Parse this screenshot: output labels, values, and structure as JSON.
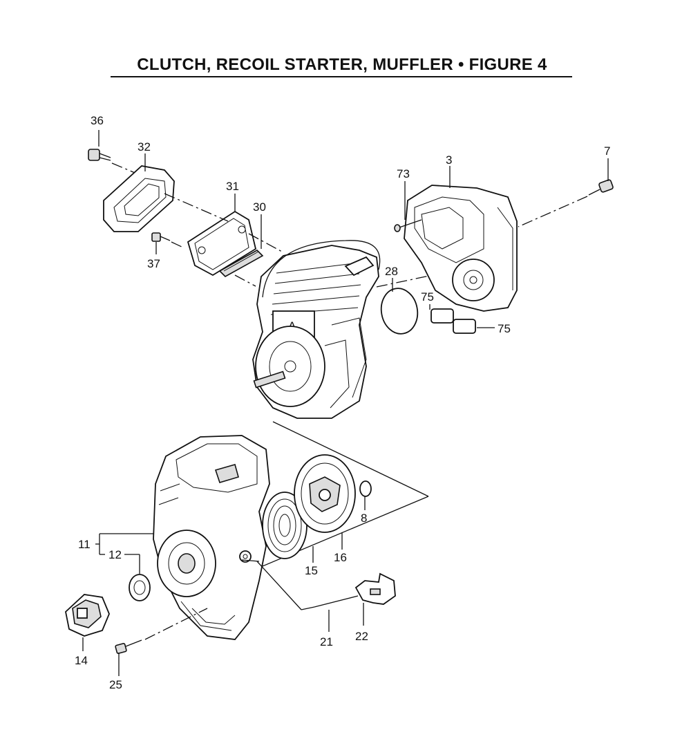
{
  "title": "CLUTCH, RECOIL STARTER, MUFFLER  •  FIGURE 4",
  "callouts": {
    "c36": "36",
    "c32": "32",
    "c31": "31",
    "c30": "30",
    "c37": "37",
    "c73": "73",
    "c3": "3",
    "c7": "7",
    "c28": "28",
    "c75a": "75",
    "c75b": "75",
    "c11": "11",
    "c12": "12",
    "c14": "14",
    "c25": "25",
    "c15": "15",
    "c16": "16",
    "c8": "8",
    "c21": "21",
    "c22": "22"
  },
  "engine_mark": "A"
}
